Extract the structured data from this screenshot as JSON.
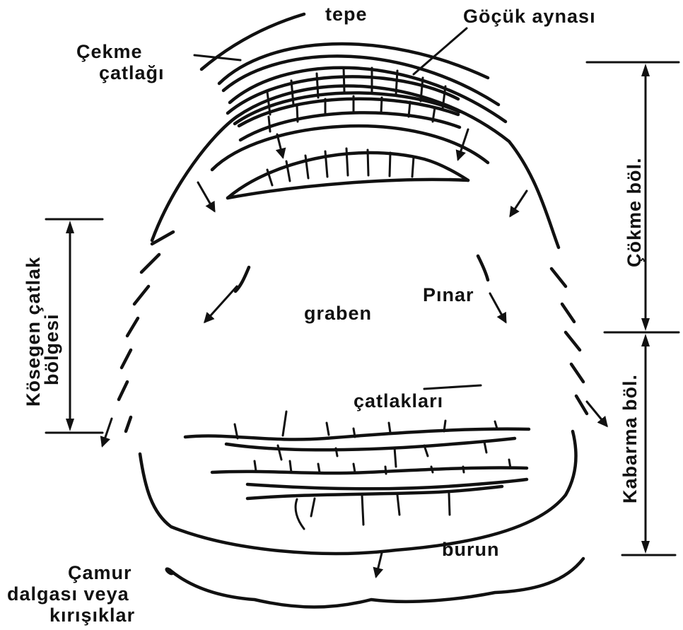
{
  "labels": {
    "tepe": "tepe",
    "gocuk_aynasi": "Göçük aynası",
    "cekme": "Çekme",
    "catlagi": "çatlağı",
    "graben": "graben",
    "pinar": "Pınar",
    "catlaklari": "çatlakları",
    "burun": "burun",
    "camur": "Çamur",
    "dalgasi_veya": "dalgası veya",
    "kirisiklar": "kırışıklar",
    "kosegen_catlak": "Kösegen çatlak",
    "bolgesi": "bölgesi",
    "cokme_bol": "Çökme böl.",
    "kabarma_bol": "Kabarma böl."
  }
}
